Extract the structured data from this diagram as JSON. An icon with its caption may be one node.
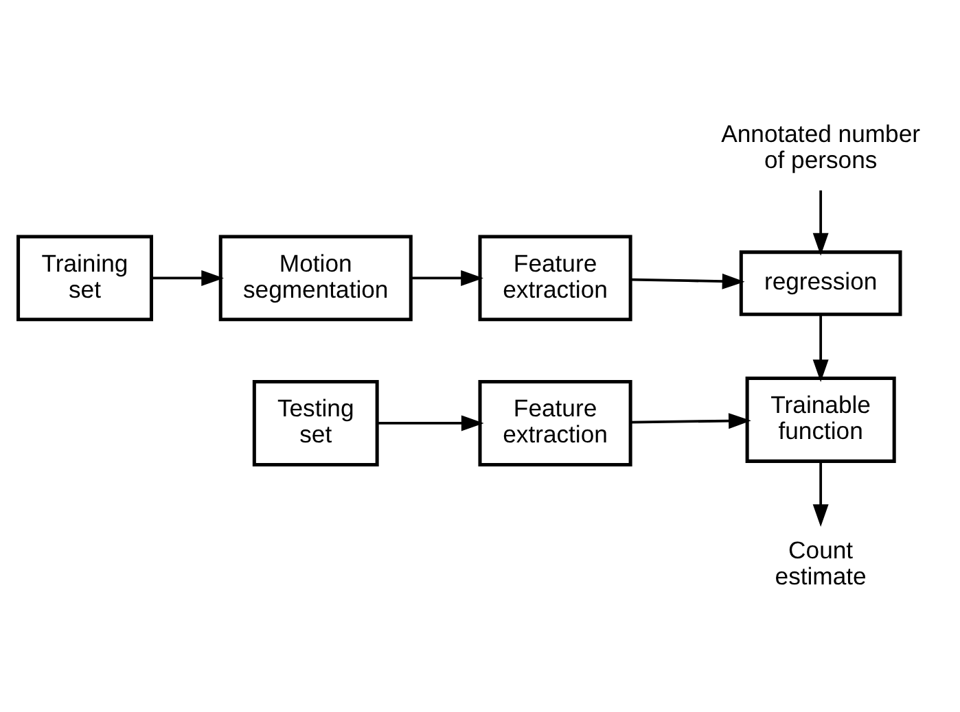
{
  "diagram": {
    "nodes": [
      {
        "text": [
          "Training set"
        ]
      },
      {
        "text": [
          "Motion segmentation"
        ]
      },
      {
        "text": [
          "Feature extraction"
        ]
      },
      {
        "text": [
          "regression"
        ]
      },
      {
        "text": [
          "Annotated number of persons"
        ]
      },
      {
        "text": [
          "Testing set"
        ]
      },
      {
        "text": [
          "Feature extraction"
        ]
      },
      {
        "text": [
          "Trainable function"
        ]
      },
      {
        "text": [
          "Count estimate"
        ]
      }
    ],
    "edges": [
      {
        "from": 0,
        "to": 1,
        "arrow": "to"
      },
      {
        "from": 1,
        "to": 2,
        "arrow": "to"
      },
      {
        "from": 2,
        "to": 3,
        "arrow": "to"
      },
      {
        "from": 4,
        "to": 3,
        "arrow": "to"
      },
      {
        "from": 3,
        "to": 7,
        "arrow": "to"
      },
      {
        "from": 5,
        "to": 6,
        "arrow": "to"
      },
      {
        "from": 6,
        "to": 7,
        "arrow": "to"
      },
      {
        "from": 7,
        "to": 8,
        "arrow": "to"
      }
    ]
  }
}
